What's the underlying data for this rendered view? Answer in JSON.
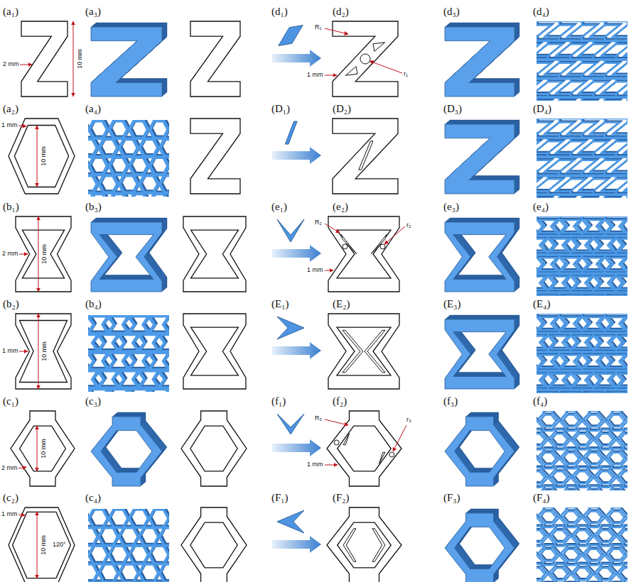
{
  "diagram": {
    "labels": [
      "(a₁)",
      "(a₃)",
      "(d₁)",
      "(d₂)",
      "(d₃)",
      "(d₄)",
      "2 mm",
      "10 mm",
      "R₁",
      "1 mm",
      "r₁",
      "(a₂)",
      "(a₄)",
      "(D₁)",
      "(D₂)",
      "(D₃)",
      "(D₄)",
      "1 mm",
      "10 mm",
      "(b₁)",
      "(b₃)",
      "(e₁)",
      "(e₂)",
      "(e₃)",
      "(e₄)",
      "2 mm",
      "10 mm",
      "R₂",
      "1 mm",
      "r₂",
      "(b₂)",
      "(b₄)",
      "(E₁)",
      "(E₂)",
      "(E₃)",
      "(E₄)",
      "1 mm",
      "10 mm",
      "(c₁)",
      "(c₃)",
      "(f₁)",
      "(f₂)",
      "(f₃)",
      "(f₄)",
      "2 mm",
      "10 mm",
      "R₃",
      "1 mm",
      "r₃",
      "(c₂)",
      "(c₄)",
      "(F₁)",
      "(F₂)",
      "(F₃)",
      "(F₄)",
      "1 mm",
      "10 mm",
      "120°"
    ]
  }
}
